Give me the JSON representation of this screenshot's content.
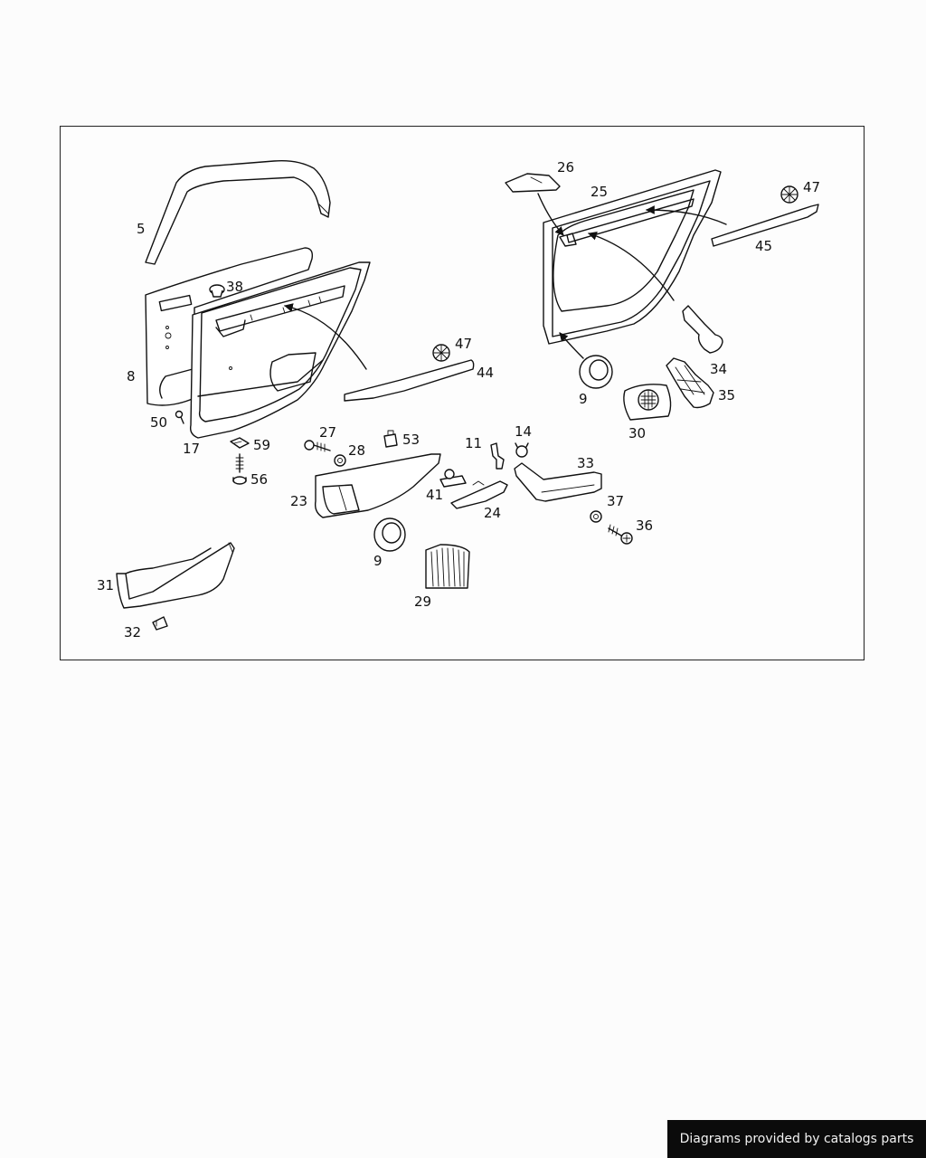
{
  "diagram": {
    "callouts": {
      "c5": "5",
      "c8": "8",
      "c38": "38",
      "c50": "50",
      "c17": "17",
      "c59": "59",
      "c56": "56",
      "c27": "27",
      "c28": "28",
      "c53": "53",
      "c47a": "47",
      "c44": "44",
      "c23": "23",
      "c9a": "9",
      "c29": "29",
      "c41": "41",
      "c24": "24",
      "c11": "11",
      "c14": "14",
      "c33": "33",
      "c37": "37",
      "c36": "36",
      "c31": "31",
      "c32": "32",
      "c26": "26",
      "c25": "25",
      "c47b": "47",
      "c45": "45",
      "c9b": "9",
      "c34": "34",
      "c35": "35",
      "c30": "30"
    }
  },
  "footer": {
    "credit": "Diagrams provided by catalogs parts"
  },
  "colors": {
    "line": "#111111",
    "background": "#fcfcfc",
    "badge_bg": "#0b0b0b",
    "badge_text": "#f2f2f2"
  }
}
